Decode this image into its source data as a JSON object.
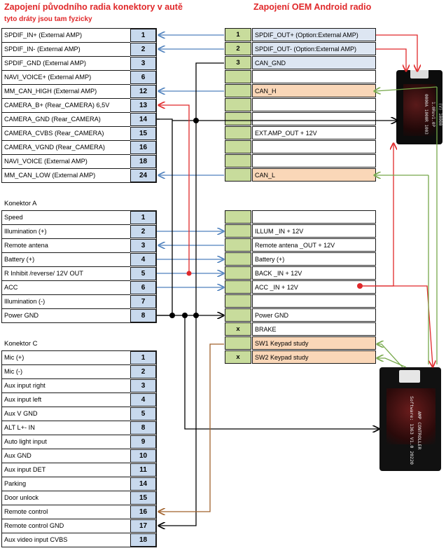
{
  "header": {
    "left_title": "Zapojení původního radia konektory v autě",
    "left_subtitle": "tyto dráty jsou tam fyzicky",
    "right_title": "Zapojení  OEM Android radio"
  },
  "car_connector_1": [
    {
      "label": "SPDIF_IN+ (External AMP)",
      "pin": "1"
    },
    {
      "label": "SPDIF_IN- (External AMP)",
      "pin": "2"
    },
    {
      "label": "SPDIF_GND (External AMP)",
      "pin": "3"
    },
    {
      "label": "NAVI_VOICE+ (External AMP)",
      "pin": "6"
    },
    {
      "label": "MM_CAN_HIGH (External AMP)",
      "pin": "12"
    },
    {
      "label": "CAMERA_B+ (Rear_CAMERA) 6,5V",
      "pin": "13"
    },
    {
      "label": "CAMERA_GND (Rear_CAMERA)",
      "pin": "14"
    },
    {
      "label": "CAMERA_CVBS (Rear_CAMERA)",
      "pin": "15"
    },
    {
      "label": "CAMERA_VGND (Rear_CAMERA)",
      "pin": "16"
    },
    {
      "label": "NAVI_VOICE (External AMP)",
      "pin": "18"
    },
    {
      "label": "MM_CAN_LOW (External AMP)",
      "pin": "24"
    }
  ],
  "konektor_a": {
    "title": "Konektor A",
    "rows": [
      {
        "label": "Speed",
        "pin": "1"
      },
      {
        "label": "Illumination (+)",
        "pin": "2"
      },
      {
        "label": "Remote antena",
        "pin": "3"
      },
      {
        "label": "Battery (+)",
        "pin": "4"
      },
      {
        "label": "R Inhibit /reverse/ 12V OUT",
        "pin": "5"
      },
      {
        "label": "ACC",
        "pin": "6"
      },
      {
        "label": "Illumination (-)",
        "pin": "7"
      },
      {
        "label": "Power GND",
        "pin": "8"
      }
    ]
  },
  "konektor_c": {
    "title": "Konektor C",
    "rows": [
      {
        "label": "Mic (+)",
        "pin": "1"
      },
      {
        "label": "Mic (-)",
        "pin": "2"
      },
      {
        "label": "Aux input right",
        "pin": "3"
      },
      {
        "label": "Aux input left",
        "pin": "4"
      },
      {
        "label": "Aux V GND",
        "pin": "5"
      },
      {
        "label": "ALT L+- IN",
        "pin": "8"
      },
      {
        "label": "Auto light input",
        "pin": "9"
      },
      {
        "label": "Aux GND",
        "pin": "10"
      },
      {
        "label": "Aux input DET",
        "pin": "11"
      },
      {
        "label": "Parking",
        "pin": "14"
      },
      {
        "label": "Door unlock",
        "pin": "15"
      },
      {
        "label": "Remote control",
        "pin": "16"
      },
      {
        "label": "Remote control GND",
        "pin": "17"
      },
      {
        "label": "Aux video input CVBS",
        "pin": "18"
      }
    ]
  },
  "android_connector_1": [
    {
      "num": "1",
      "label": "SPDIF_OUT+ (Option:External AMP)"
    },
    {
      "num": "2",
      "label": "SPDIF_OUT- (Option:External AMP)"
    },
    {
      "num": "3",
      "label": "CAN_GND"
    },
    {
      "num": "",
      "label": ""
    },
    {
      "num": "",
      "label": "CAN_H"
    },
    {
      "num": "",
      "label": ""
    },
    {
      "num": "",
      "label": ""
    },
    {
      "num": "",
      "label": "EXT.AMP_OUT + 12V"
    },
    {
      "num": "",
      "label": ""
    },
    {
      "num": "",
      "label": ""
    },
    {
      "num": "",
      "label": "CAN_L"
    }
  ],
  "android_connector_2": [
    {
      "num": "",
      "label": ""
    },
    {
      "num": "",
      "label": "ILLUM _IN + 12V"
    },
    {
      "num": "",
      "label": "Remote antena _OUT + 12V"
    },
    {
      "num": "",
      "label": "Battery (+)"
    },
    {
      "num": "",
      "label": "BACK  _IN + 12V"
    },
    {
      "num": "",
      "label": "ACC _IN + 12V"
    },
    {
      "num": "",
      "label": ""
    },
    {
      "num": "",
      "label": "Power GND"
    },
    {
      "num": "x",
      "label": "BRAKE"
    },
    {
      "num": "",
      "label": "SW1  Keypad study"
    },
    {
      "num": "x",
      "label": "SW2  Keypad study"
    }
  ],
  "photo_bottom_text": [
    "AMP CONTROLLER",
    "Software: 1363 V1.0 20220"
  ],
  "photo_top_text": [
    "(V) 10000 1.0Rev1.0P",
    "0000A 1000R 1003"
  ],
  "colors": {
    "red": "#e0282a",
    "blue": "#4f81bd",
    "green": "#76a84a",
    "brown": "#a0612b",
    "can_fill": "#fad7b8",
    "pin_fill": "#c8d9ed",
    "rnum_fill": "#c8dc9c"
  }
}
